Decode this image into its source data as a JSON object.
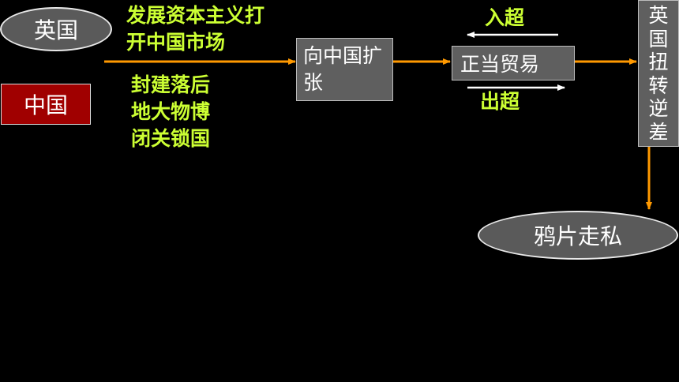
{
  "nodes": {
    "britain": "英国",
    "china": "中国",
    "expand": "向中国扩张",
    "normal_trade": "正当贸易",
    "reverse_deficit": "英国扭转逆差",
    "opium": "鸦片走私"
  },
  "britain_notes": [
    "发展资本主义打",
    "开中国市场"
  ],
  "china_notes": [
    "封建落后",
    "地大物博",
    "闭关锁国"
  ],
  "trade_labels": {
    "import_surplus": "入超",
    "export_surplus": "出超"
  },
  "colors": {
    "arrow": "#ff9900",
    "green_text": "#ccff33",
    "china_box": "#a00000"
  }
}
